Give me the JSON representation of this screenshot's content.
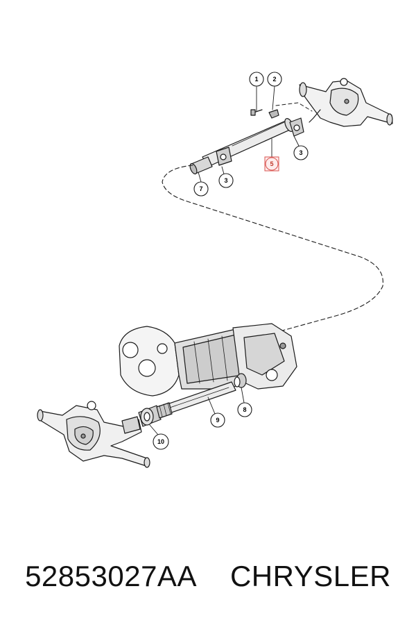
{
  "callouts": [
    {
      "id": "1",
      "highlight": false
    },
    {
      "id": "2",
      "highlight": false
    },
    {
      "id": "3",
      "highlight": false
    },
    {
      "id": "5",
      "highlight": true
    },
    {
      "id": "3",
      "highlight": false
    },
    {
      "id": "7",
      "highlight": false
    },
    {
      "id": "8",
      "highlight": false
    },
    {
      "id": "9",
      "highlight": false
    },
    {
      "id": "10",
      "highlight": false
    }
  ],
  "caption": {
    "part_number": "52853027AA",
    "brand": "CHRYSLER"
  },
  "colors": {
    "line": "#1a1a1a",
    "highlight": "#d9534f",
    "background": "#ffffff"
  }
}
